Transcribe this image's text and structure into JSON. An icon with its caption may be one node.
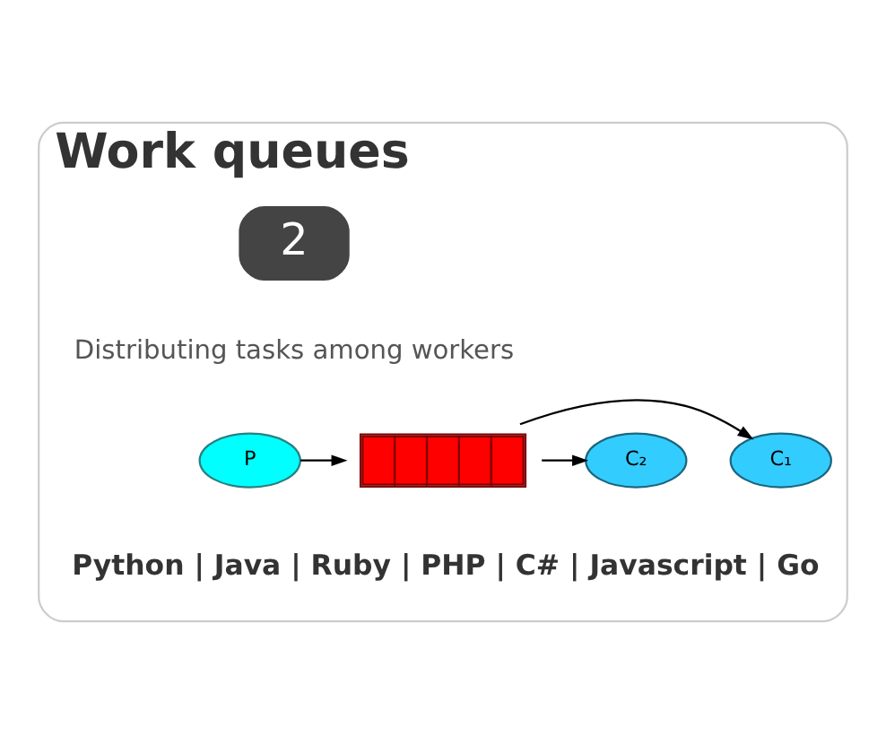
{
  "diagram": {
    "nodes": [
      {
        "text": [
          "Work queues"
        ]
      },
      {
        "text": [
          "P"
        ],
        "in": 0
      },
      {
        "text": [],
        "shape": "box",
        "in": 0
      },
      {
        "text": [
          "C₁"
        ],
        "in": 0
      },
      {
        "text": [
          "C₂"
        ],
        "in": 0
      }
    ],
    "edges": [
      {
        "from": 1,
        "to": 2,
        "arrow": "to"
      },
      {
        "from": 2,
        "to": 3,
        "arrow": "to"
      },
      {
        "from": 2,
        "to": 4,
        "arrow": "to"
      }
    ],
    "labels": [
      "2",
      "Distributing tasks among workers",
      "Python | Java | Ruby | PHP | C# | Javascript | Go"
    ]
  }
}
